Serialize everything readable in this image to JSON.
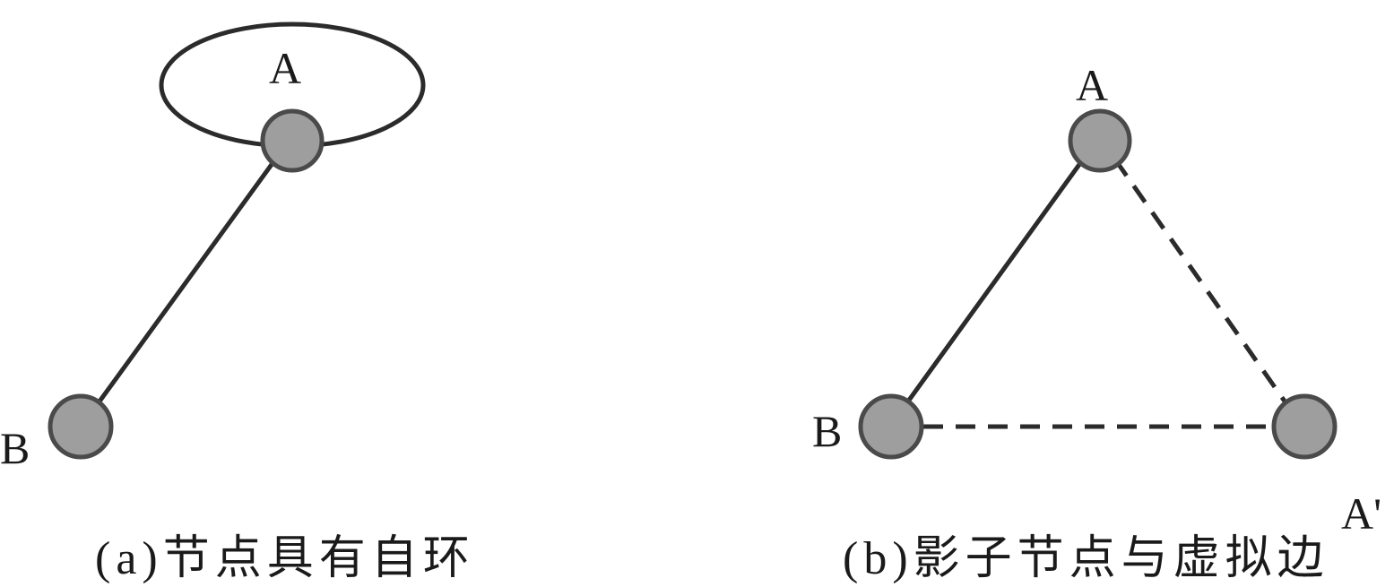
{
  "panel_a": {
    "node_a_label": "A",
    "node_b_label": "B",
    "caption": "(a)节点具有自环"
  },
  "panel_b": {
    "node_a_label": "A",
    "node_b_label": "B",
    "node_a_prime_label": "A'",
    "caption": "(b)影子节点与虚拟边"
  },
  "colors": {
    "node_fill": "#9e9e9e",
    "node_stroke": "#4a4a4a",
    "edge": "#2b2b2b"
  }
}
